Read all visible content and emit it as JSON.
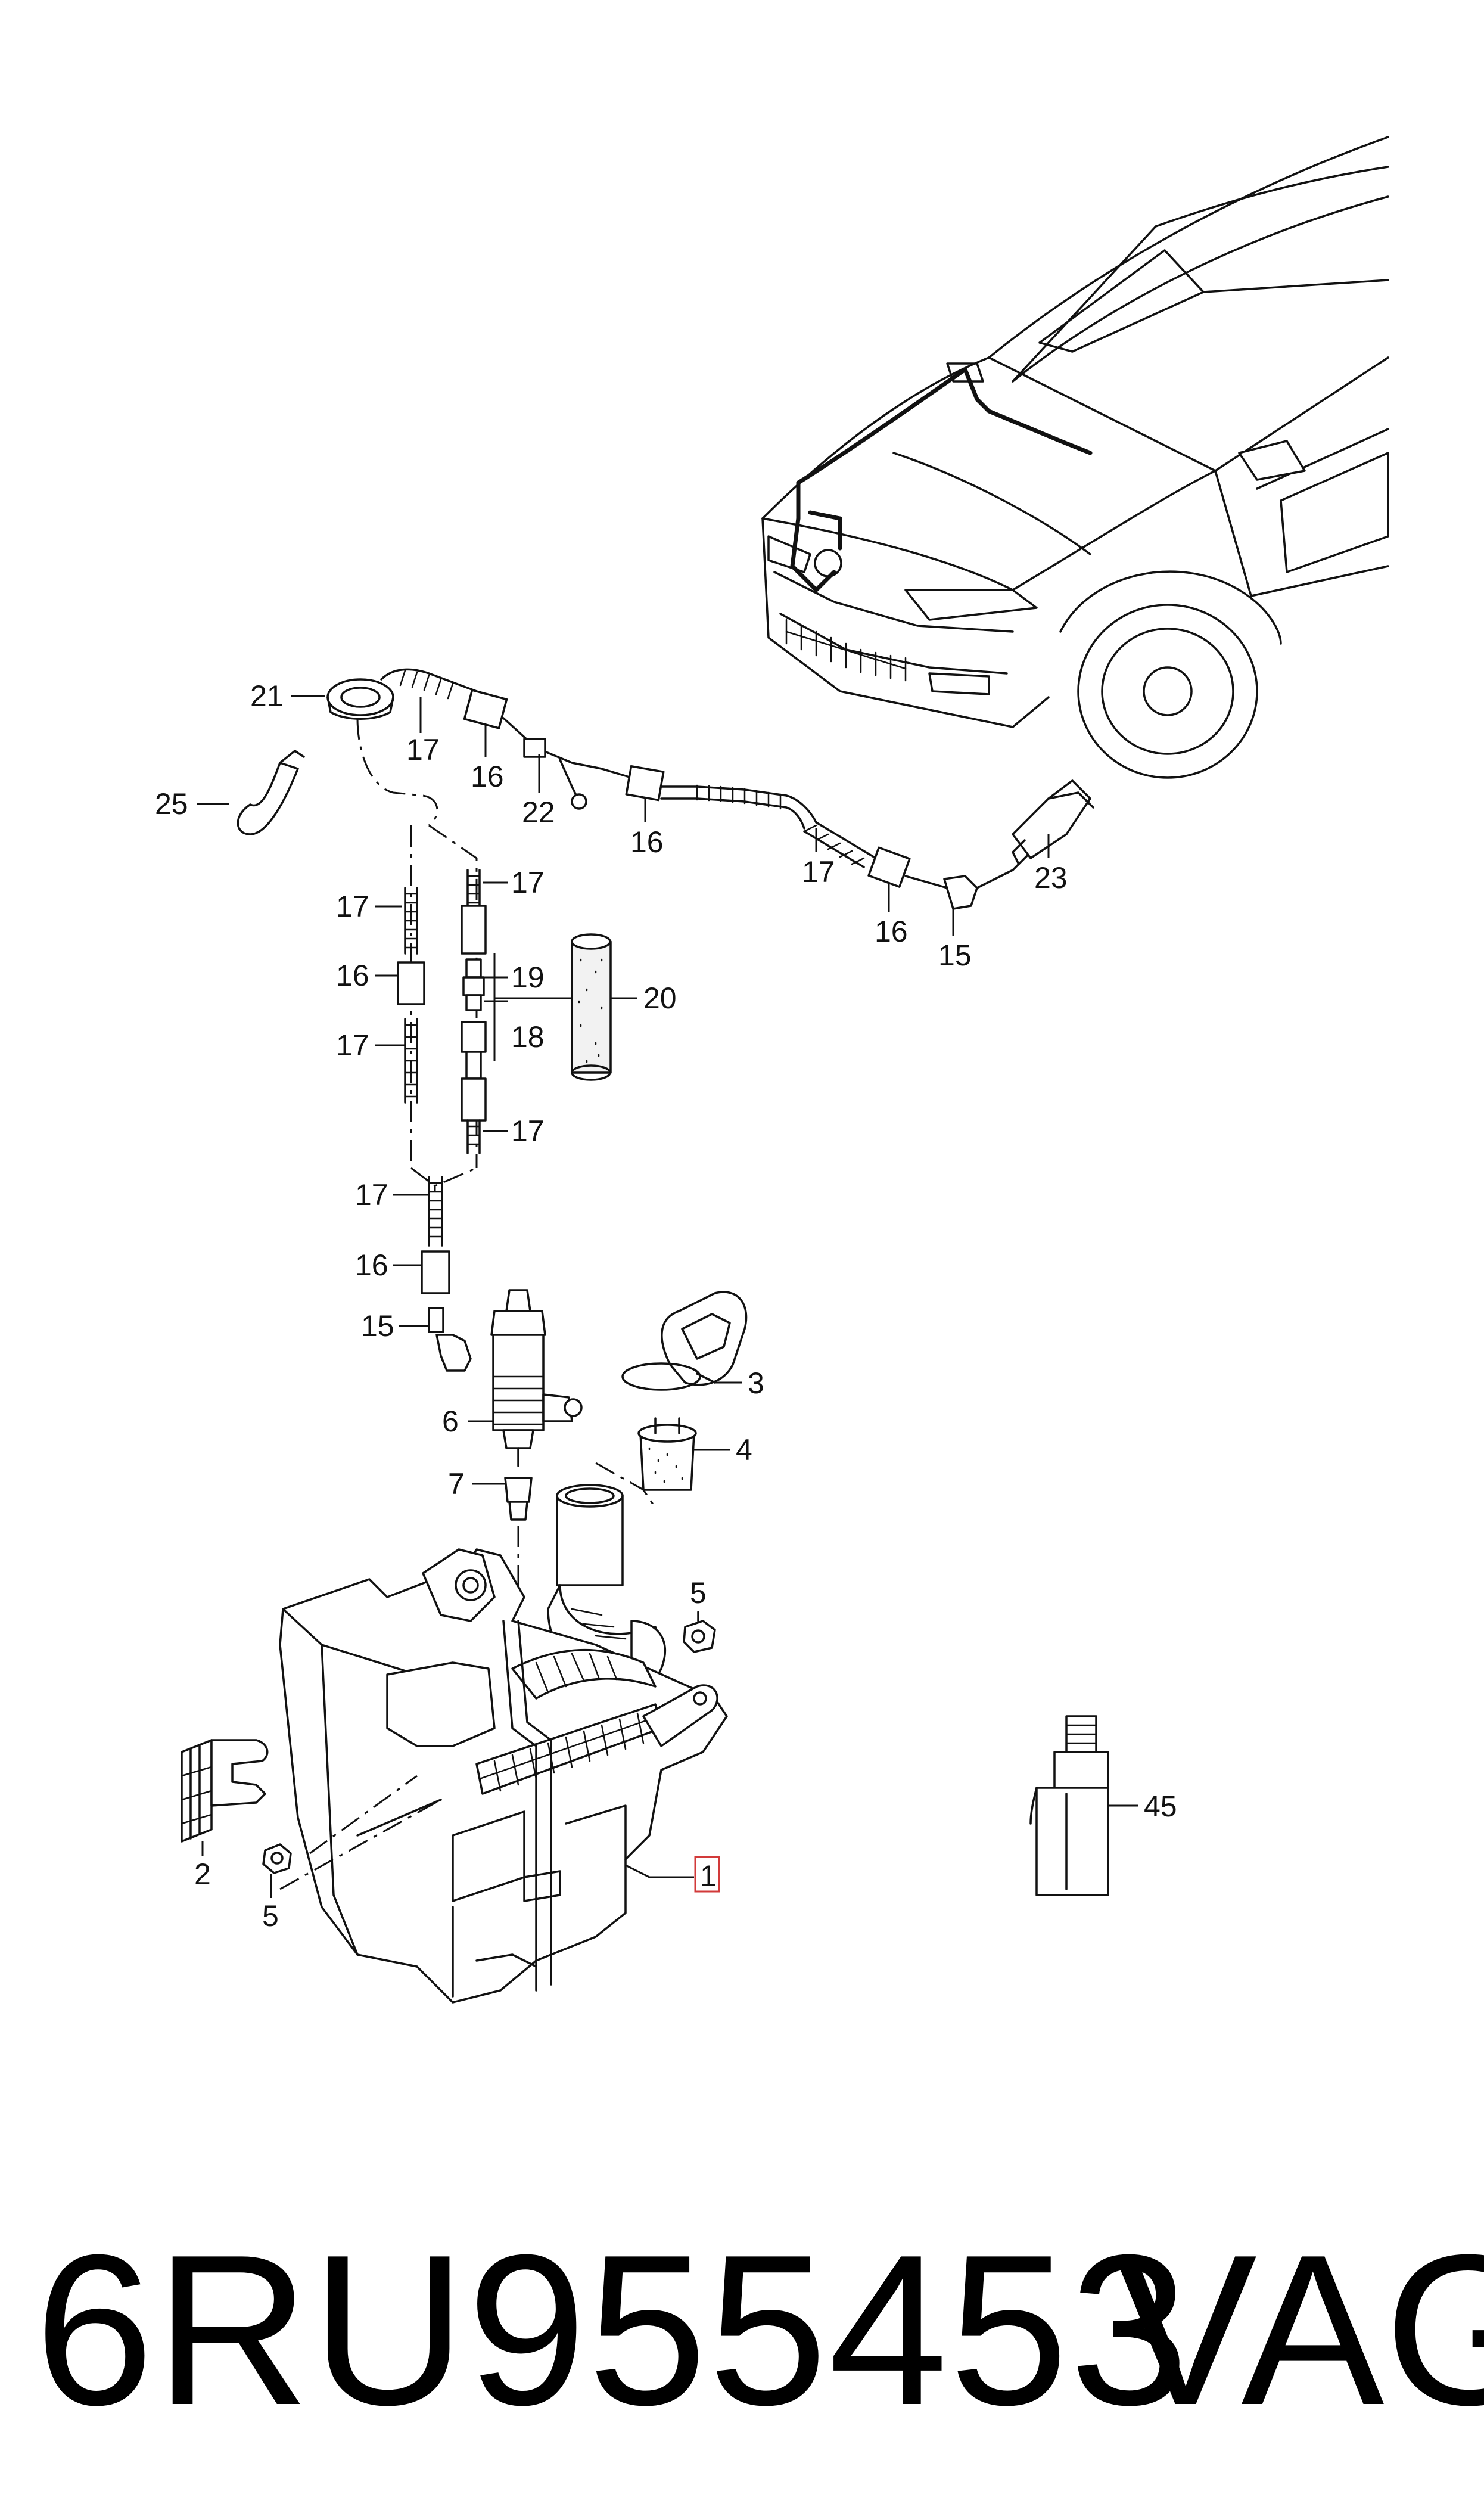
{
  "diagram": {
    "callouts": {
      "c21": "21",
      "c17a": "17",
      "c16a": "16",
      "c22": "22",
      "c16b": "16",
      "c17b": "17",
      "c16c": "16",
      "c15a": "15",
      "c23": "23",
      "c25": "25",
      "c17c": "17",
      "c17d": "17",
      "c16d": "16",
      "c19": "19",
      "c20": "20",
      "c18": "18",
      "c17e": "17",
      "c17f": "17",
      "c17g": "17",
      "c16e": "16",
      "c15b": "15",
      "c3": "3",
      "c6": "6",
      "c4": "4",
      "c7": "7",
      "c5a": "5",
      "c1": "1",
      "c2": "2",
      "c5b": "5",
      "c45": "45"
    },
    "highlight_color": "#d23a3a"
  },
  "footer": {
    "part_number": "6RU955453",
    "brand": "VAG"
  }
}
